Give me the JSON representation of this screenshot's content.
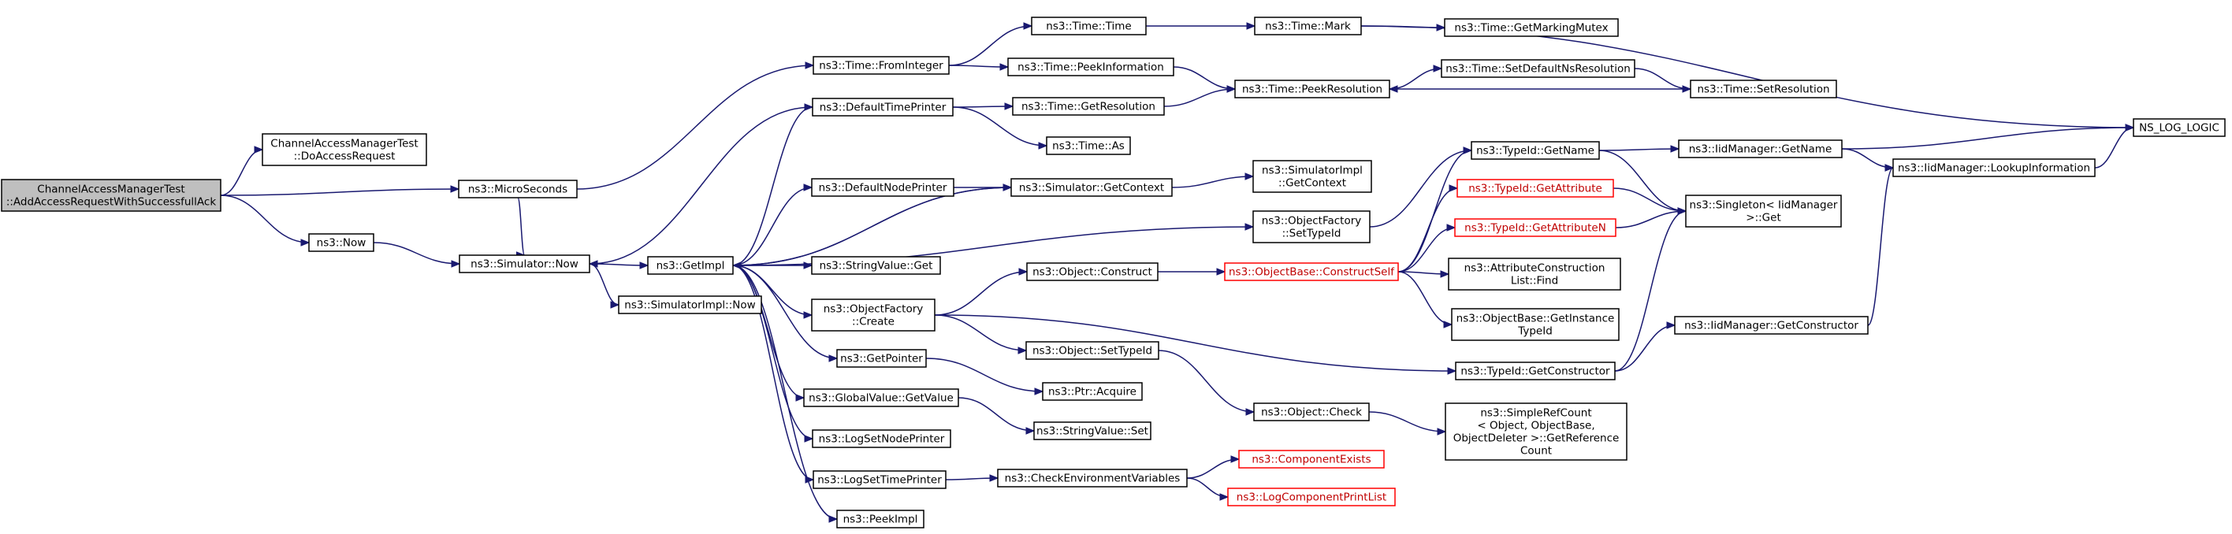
{
  "nodes": [
    {
      "id": "n0",
      "lines": [
        "ChannelAccessManagerTest",
        "::AddAccessRequestWithSuccessfullAck"
      ],
      "style": "root"
    },
    {
      "id": "n1",
      "lines": [
        "ChannelAccessManagerTest",
        "::DoAccessRequest"
      ]
    },
    {
      "id": "n2",
      "lines": [
        "ns3::MicroSeconds"
      ]
    },
    {
      "id": "n3",
      "lines": [
        "ns3::Now"
      ]
    },
    {
      "id": "n4",
      "lines": [
        "ns3::Time::FromInteger"
      ]
    },
    {
      "id": "n5",
      "lines": [
        "ns3::Simulator::Now"
      ]
    },
    {
      "id": "n6",
      "lines": [
        "ns3::Time::Time"
      ]
    },
    {
      "id": "n7",
      "lines": [
        "ns3::Time::PeekInformation"
      ]
    },
    {
      "id": "n8",
      "lines": [
        "ns3::Time::Mark"
      ]
    },
    {
      "id": "n9",
      "lines": [
        "ns3::Time::PeekResolution"
      ]
    },
    {
      "id": "n10",
      "lines": [
        "ns3::Time::GetMarkingMutex"
      ]
    },
    {
      "id": "n11",
      "lines": [
        "NS_LOG_LOGIC"
      ]
    },
    {
      "id": "n12",
      "lines": [
        "ns3::Time::SetDefaultNsResolution"
      ]
    },
    {
      "id": "n13",
      "lines": [
        "ns3::Time::SetResolution"
      ]
    },
    {
      "id": "n14",
      "lines": [
        "ns3::GetImpl"
      ]
    },
    {
      "id": "n15",
      "lines": [
        "ns3::SimulatorImpl::Now"
      ]
    },
    {
      "id": "n16",
      "lines": [
        "ns3::DefaultTimePrinter"
      ]
    },
    {
      "id": "n17",
      "lines": [
        "ns3::DefaultNodePrinter"
      ]
    },
    {
      "id": "n18",
      "lines": [
        "ns3::Simulator::GetContext"
      ]
    },
    {
      "id": "n19",
      "lines": [
        "ns3::StringValue::Get"
      ]
    },
    {
      "id": "n20",
      "lines": [
        "ns3::ObjectFactory",
        "::Create"
      ]
    },
    {
      "id": "n21",
      "lines": [
        "ns3::GetPointer"
      ]
    },
    {
      "id": "n22",
      "lines": [
        "ns3::GlobalValue::GetValue"
      ]
    },
    {
      "id": "n23",
      "lines": [
        "ns3::LogSetNodePrinter"
      ]
    },
    {
      "id": "n24",
      "lines": [
        "ns3::LogSetTimePrinter"
      ]
    },
    {
      "id": "n25",
      "lines": [
        "ns3::PeekImpl"
      ]
    },
    {
      "id": "n26",
      "lines": [
        "ns3::Time::GetResolution"
      ]
    },
    {
      "id": "n27",
      "lines": [
        "ns3::Time::As"
      ]
    },
    {
      "id": "n28",
      "lines": [
        "ns3::Object::Construct"
      ]
    },
    {
      "id": "n29",
      "lines": [
        "ns3::Object::SetTypeId"
      ]
    },
    {
      "id": "n30",
      "lines": [
        "ns3::Ptr::Acquire"
      ]
    },
    {
      "id": "n31",
      "lines": [
        "ns3::StringValue::Set"
      ]
    },
    {
      "id": "n32",
      "lines": [
        "ns3::CheckEnvironmentVariables"
      ]
    },
    {
      "id": "n33",
      "lines": [
        "ns3::SimulatorImpl",
        "::GetContext"
      ]
    },
    {
      "id": "n34",
      "lines": [
        "ns3::ObjectFactory",
        "::SetTypeId"
      ]
    },
    {
      "id": "n35",
      "lines": [
        "ns3::ObjectBase::ConstructSelf"
      ],
      "style": "red"
    },
    {
      "id": "n36",
      "lines": [
        "ns3::Object::Check"
      ]
    },
    {
      "id": "n37",
      "lines": [
        "ns3::ComponentExists"
      ],
      "style": "red"
    },
    {
      "id": "n38",
      "lines": [
        "ns3::LogComponentPrintList"
      ],
      "style": "red"
    },
    {
      "id": "n39",
      "lines": [
        "ns3::TypeId::GetName"
      ]
    },
    {
      "id": "n40",
      "lines": [
        "ns3::TypeId::GetAttribute"
      ],
      "style": "red"
    },
    {
      "id": "n41",
      "lines": [
        "ns3::TypeId::GetAttributeN"
      ],
      "style": "red"
    },
    {
      "id": "n42",
      "lines": [
        "ns3::AttributeConstruction",
        "List::Find"
      ]
    },
    {
      "id": "n43",
      "lines": [
        "ns3::ObjectBase::GetInstance",
        "TypeId"
      ]
    },
    {
      "id": "n44",
      "lines": [
        "ns3::TypeId::GetConstructor"
      ]
    },
    {
      "id": "n45",
      "lines": [
        "ns3::SimpleRefCount",
        "< Object, ObjectBase,",
        "ObjectDeleter >::GetReference",
        "Count"
      ]
    },
    {
      "id": "n46",
      "lines": [
        "ns3::IidManager::GetName"
      ]
    },
    {
      "id": "n47",
      "lines": [
        "ns3::Singleton< IidManager",
        ">::Get"
      ]
    },
    {
      "id": "n48",
      "lines": [
        "ns3::IidManager::GetConstructor"
      ]
    },
    {
      "id": "n49",
      "lines": [
        "ns3::IidManager::LookupInformation"
      ]
    }
  ],
  "edges": [
    [
      "n0",
      "n1"
    ],
    [
      "n0",
      "n2"
    ],
    [
      "n0",
      "n3"
    ],
    [
      "n2",
      "n4"
    ],
    [
      "n2",
      "n5"
    ],
    [
      "n3",
      "n5"
    ],
    [
      "n4",
      "n6"
    ],
    [
      "n4",
      "n7"
    ],
    [
      "n6",
      "n8"
    ],
    [
      "n8",
      "n10"
    ],
    [
      "n8",
      "n11"
    ],
    [
      "n7",
      "n9"
    ],
    [
      "n9",
      "n12"
    ],
    [
      "n12",
      "n13"
    ],
    [
      "n13",
      "n9"
    ],
    [
      "n5",
      "n14"
    ],
    [
      "n5",
      "n15"
    ],
    [
      "n14",
      "n16"
    ],
    [
      "n14",
      "n17"
    ],
    [
      "n14",
      "n18"
    ],
    [
      "n14",
      "n34"
    ],
    [
      "n14",
      "n19"
    ],
    [
      "n14",
      "n20"
    ],
    [
      "n14",
      "n21"
    ],
    [
      "n14",
      "n22"
    ],
    [
      "n14",
      "n23"
    ],
    [
      "n14",
      "n24"
    ],
    [
      "n14",
      "n25"
    ],
    [
      "n16",
      "n5"
    ],
    [
      "n16",
      "n26"
    ],
    [
      "n16",
      "n27"
    ],
    [
      "n26",
      "n9"
    ],
    [
      "n17",
      "n18"
    ],
    [
      "n18",
      "n14"
    ],
    [
      "n18",
      "n33"
    ],
    [
      "n34",
      "n39"
    ],
    [
      "n39",
      "n46"
    ],
    [
      "n39",
      "n47"
    ],
    [
      "n20",
      "n28"
    ],
    [
      "n20",
      "n29"
    ],
    [
      "n20",
      "n44"
    ],
    [
      "n28",
      "n35"
    ],
    [
      "n35",
      "n39"
    ],
    [
      "n35",
      "n40"
    ],
    [
      "n35",
      "n41"
    ],
    [
      "n35",
      "n42"
    ],
    [
      "n35",
      "n43"
    ],
    [
      "n40",
      "n47"
    ],
    [
      "n41",
      "n47"
    ],
    [
      "n46",
      "n11"
    ],
    [
      "n46",
      "n49"
    ],
    [
      "n49",
      "n11"
    ],
    [
      "n48",
      "n49"
    ],
    [
      "n44",
      "n47"
    ],
    [
      "n44",
      "n48"
    ],
    [
      "n29",
      "n36"
    ],
    [
      "n36",
      "n45"
    ],
    [
      "n21",
      "n30"
    ],
    [
      "n22",
      "n31"
    ],
    [
      "n24",
      "n32"
    ],
    [
      "n32",
      "n37"
    ],
    [
      "n32",
      "n38"
    ]
  ]
}
